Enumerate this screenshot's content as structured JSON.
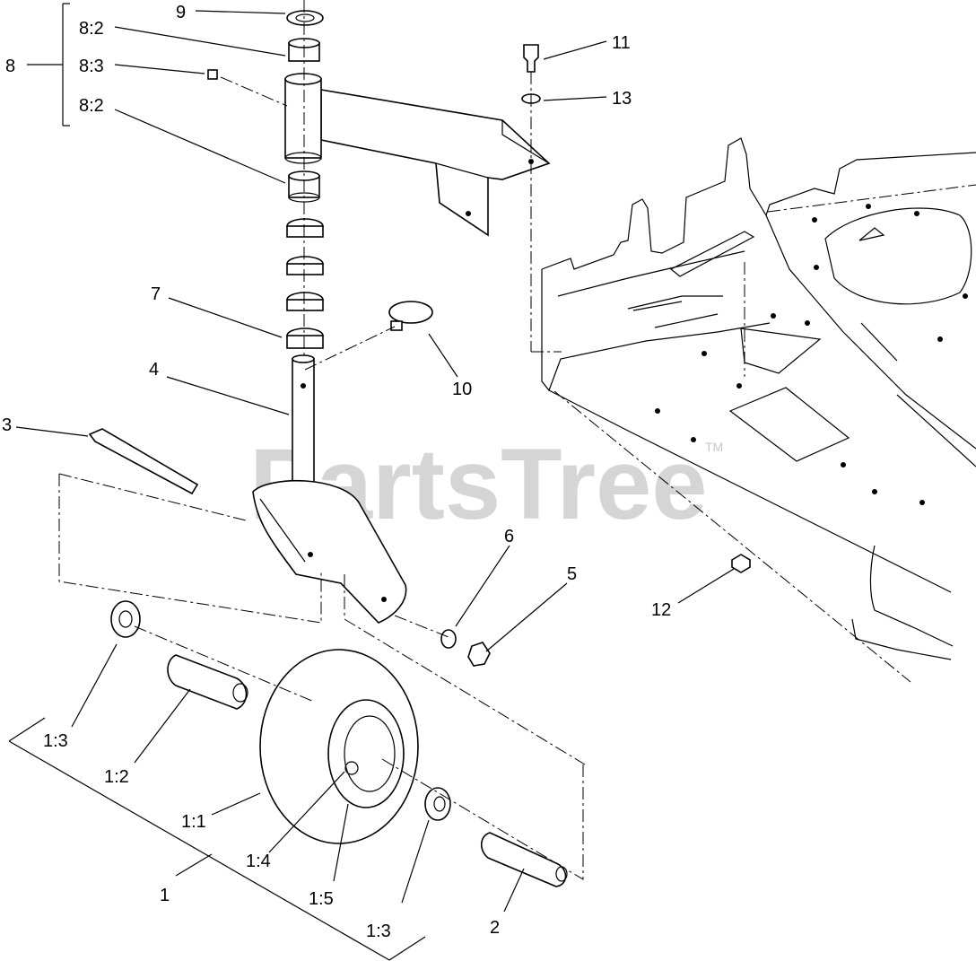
{
  "diagram": {
    "watermark": "PartsTree",
    "trademark": "TM",
    "callouts": {
      "c9": "9",
      "c8": "8",
      "c8_2_top": "8:2",
      "c8_3": "8:3",
      "c8_2_bottom": "8:2",
      "c11": "11",
      "c13": "13",
      "c7": "7",
      "c10": "10",
      "c4": "4",
      "c3": "3",
      "c6": "6",
      "c5": "5",
      "c12": "12",
      "c1_3_left": "1:3",
      "c1_2": "1:2",
      "c1_1": "1:1",
      "c1_4": "1:4",
      "c1": "1",
      "c1_5": "1:5",
      "c1_3_right": "1:3",
      "c2": "2"
    }
  }
}
